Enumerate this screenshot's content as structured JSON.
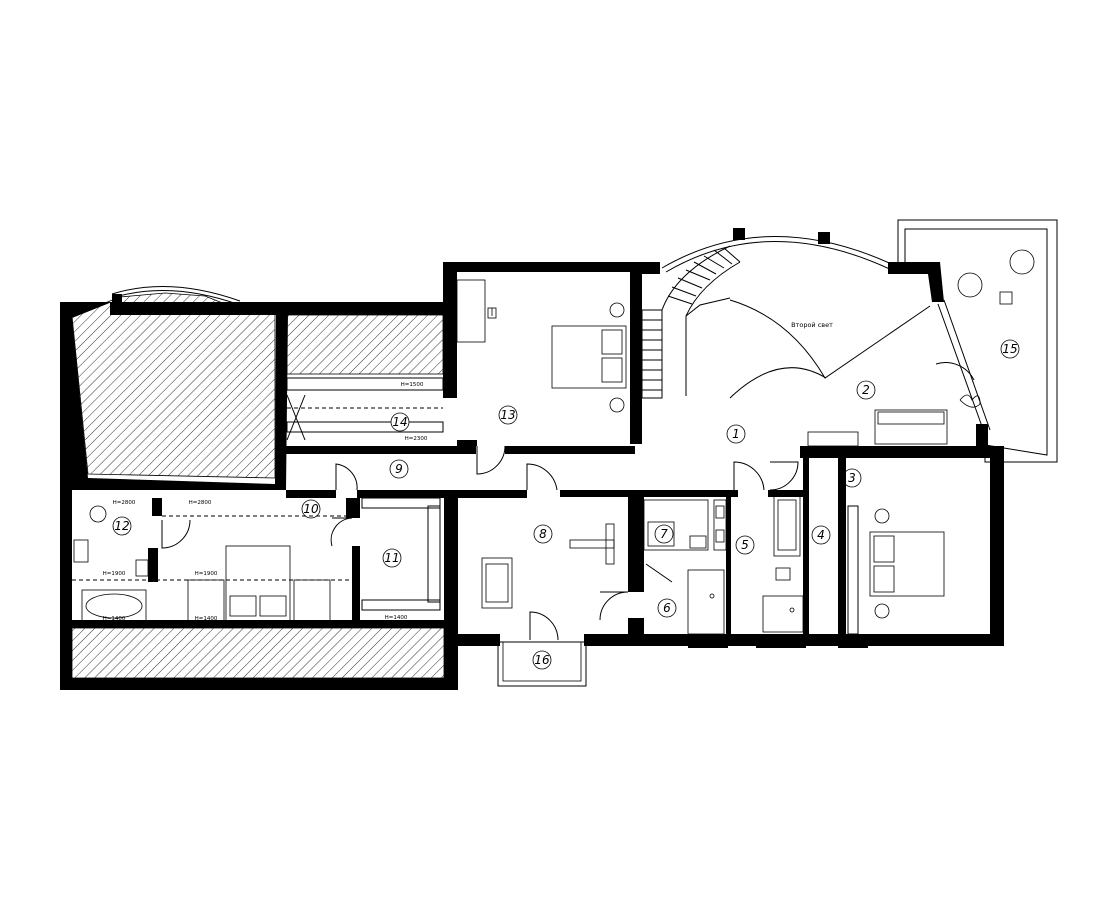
{
  "plan": {
    "label_second_light": "Второй свет",
    "rooms": [
      {
        "number": "1"
      },
      {
        "number": "2"
      },
      {
        "number": "3"
      },
      {
        "number": "4"
      },
      {
        "number": "5"
      },
      {
        "number": "6"
      },
      {
        "number": "7"
      },
      {
        "number": "8"
      },
      {
        "number": "9"
      },
      {
        "number": "10"
      },
      {
        "number": "11"
      },
      {
        "number": "12"
      },
      {
        "number": "13"
      },
      {
        "number": "14"
      },
      {
        "number": "15"
      },
      {
        "number": "16"
      }
    ],
    "heights": {
      "h1500": "H=1500",
      "h2300": "H=2300",
      "h2800_a": "H=2800",
      "h2800_b": "H=2800",
      "h1900_a": "H=1900",
      "h1900_b": "H=1900",
      "h1400_a": "H=1400",
      "h1400_b": "H=1400",
      "h1400_c": "H=1400"
    }
  }
}
